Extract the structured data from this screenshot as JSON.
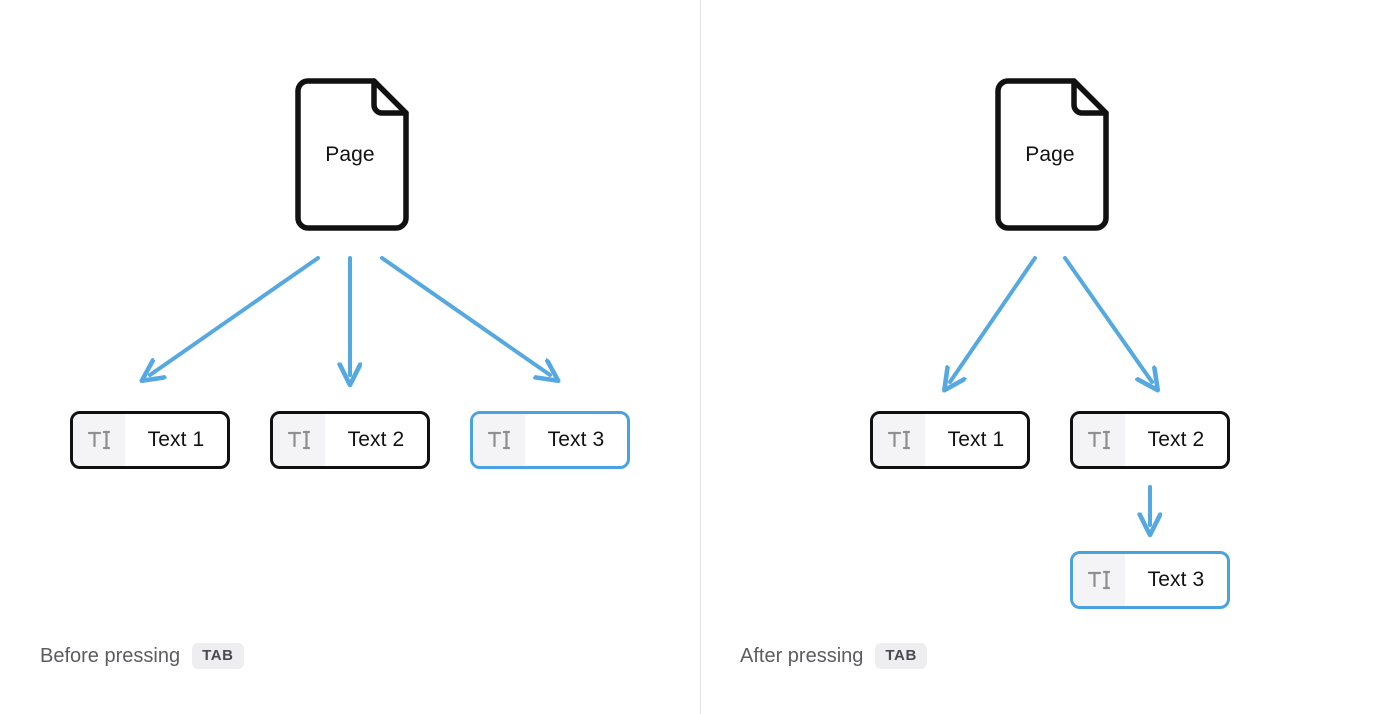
{
  "theme": {
    "background": "#ffffff",
    "node_border": "#111111",
    "selected_border": "#4aa3e0",
    "arrow_color": "#55a8e0",
    "icon_cell_bg": "#f4f4f6",
    "icon_glyph": "#8e8e93",
    "divider": "#e3e3e5",
    "caption_text": "#5c5c61",
    "badge_bg": "#eeeef1",
    "badge_text": "#4a4a50"
  },
  "left_panel": {
    "caption_text": "Before pressing",
    "caption_key": "TAB",
    "page": {
      "label": "Page",
      "icon": "page-document-icon"
    },
    "nodes": [
      {
        "label": "Text 1",
        "icon": "text-cursor-icon",
        "selected": false
      },
      {
        "label": "Text 2",
        "icon": "text-cursor-icon",
        "selected": false
      },
      {
        "label": "Text 3",
        "icon": "text-cursor-icon",
        "selected": true
      }
    ]
  },
  "right_panel": {
    "caption_text": "After pressing",
    "caption_key": "TAB",
    "page": {
      "label": "Page",
      "icon": "page-document-icon"
    },
    "nodes": [
      {
        "label": "Text 1",
        "icon": "text-cursor-icon",
        "selected": false
      },
      {
        "label": "Text 2",
        "icon": "text-cursor-icon",
        "selected": false
      },
      {
        "label": "Text 3",
        "icon": "text-cursor-icon",
        "selected": true
      }
    ]
  }
}
